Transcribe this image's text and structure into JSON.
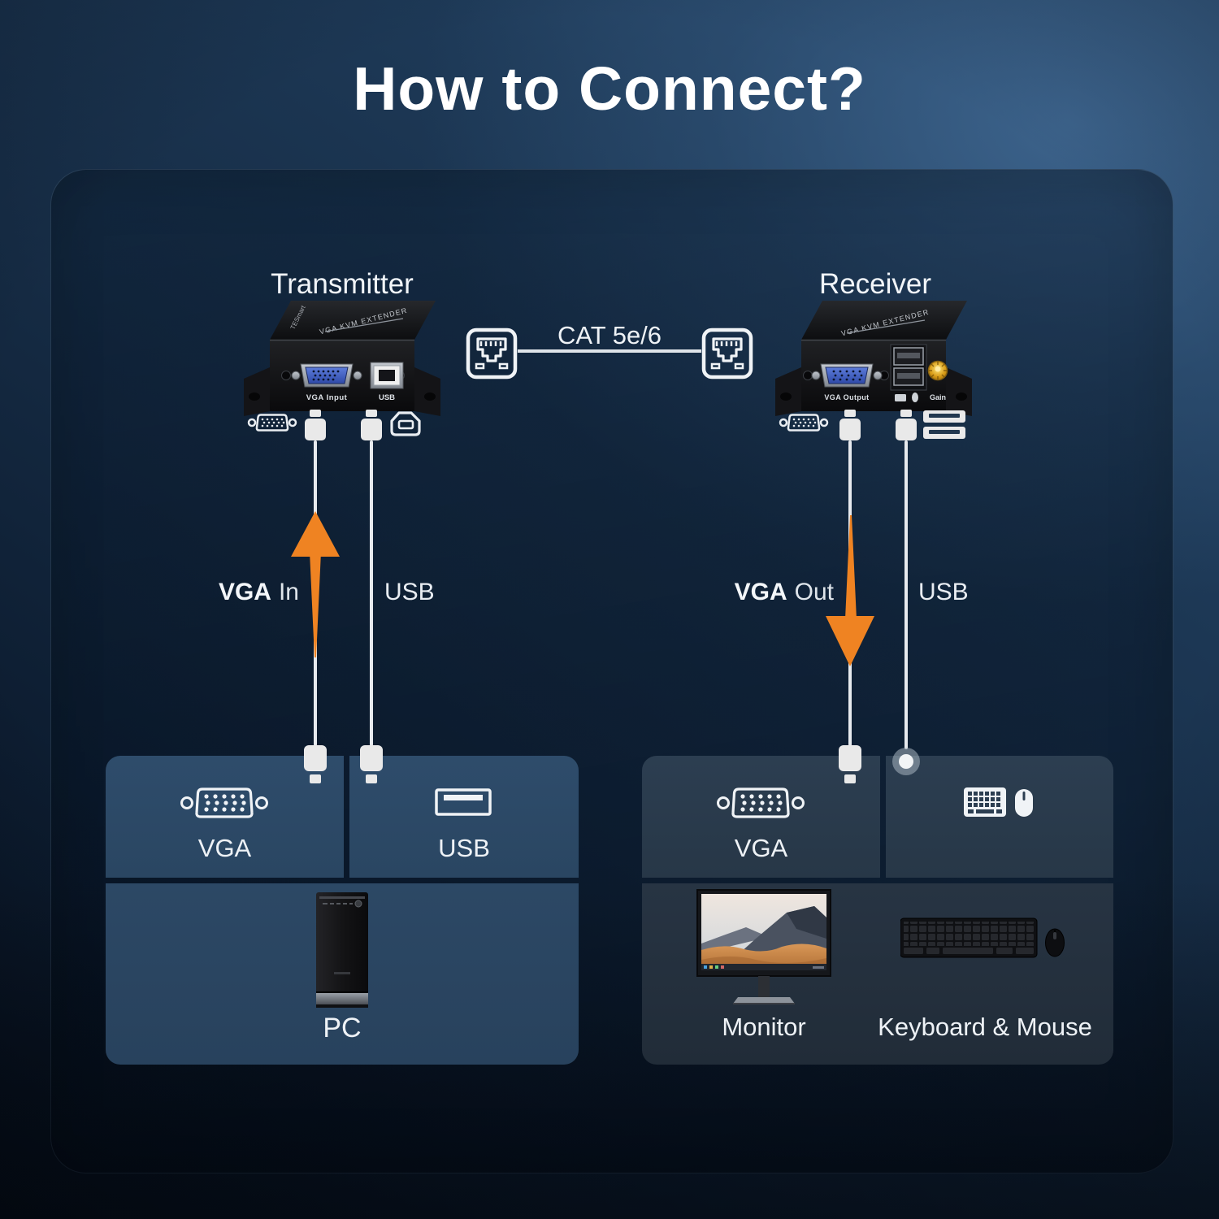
{
  "title": "How to Connect?",
  "devices": {
    "transmitter": {
      "label": "Transmitter",
      "brand": "TESmart",
      "top_marking": "VGA KVM EXTENDER",
      "vga_port_label": "VGA Input",
      "usb_port_label": "USB"
    },
    "receiver": {
      "label": "Receiver",
      "top_marking": "VGA KVM EXTENDER",
      "vga_port_label": "VGA Output",
      "gain_label": "Gain"
    }
  },
  "cable": {
    "label": "CAT 5e/6"
  },
  "connections": {
    "tx_vga": {
      "bold": "VGA",
      "rest": "In"
    },
    "tx_usb": "USB",
    "rx_vga": {
      "bold": "VGA",
      "rest": "Out"
    },
    "rx_usb": "USB"
  },
  "source_group": {
    "vga_label": "VGA",
    "usb_label": "USB",
    "device_label": "PC"
  },
  "display_group": {
    "vga_label": "VGA",
    "monitor_label": "Monitor",
    "keyboard_mouse_label": "Keyboard & Mouse"
  },
  "colors": {
    "arrow_orange": "#EF8322",
    "line_white": "#E7EAEE",
    "vga_port_blue": "#3B5FC4",
    "gain_gold": "#E3A81E"
  }
}
